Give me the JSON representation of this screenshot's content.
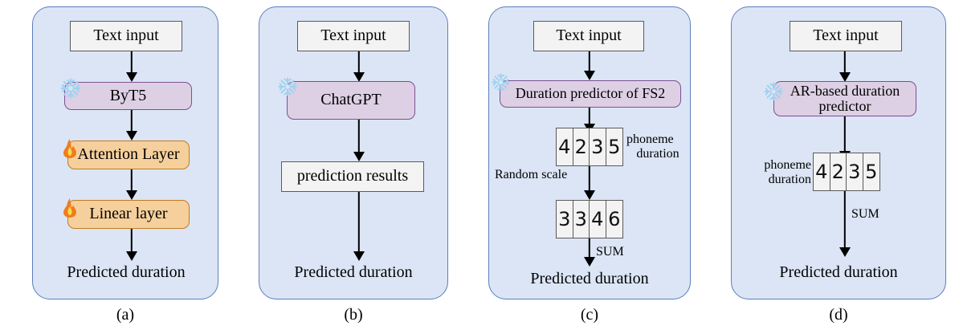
{
  "figure": {
    "type": "diagram",
    "title": "Comparison of duration prediction architectures",
    "colors": {
      "panel_bg": "#dbe5f5",
      "panel_border": "#5b7fbd",
      "plain_box_bg": "#f3f3f3",
      "plain_box_border": "#5a5a5a",
      "purple_box_bg": "#ddd0e4",
      "purple_box_border": "#7d4f91",
      "orange_box_bg": "#f6d09c",
      "orange_box_border": "#c07a20",
      "arrow": "#000000",
      "snowflake_icon": "#8ec6ec",
      "fire_icon": "#f07c1e"
    },
    "icons": {
      "frozen": "snowflake-icon",
      "trainable": "fire-icon"
    }
  },
  "panels": [
    {
      "caption": "(a)",
      "nodes": {
        "input": "Text input",
        "model": "ByT5",
        "attention": "Attention Layer",
        "linear": "Linear layer",
        "output": "Predicted duration"
      }
    },
    {
      "caption": "(b)",
      "nodes": {
        "input": "Text input",
        "model": "ChatGPT",
        "results": "prediction results",
        "output": "Predicted duration"
      }
    },
    {
      "caption": "(c)",
      "nodes": {
        "input": "Text input",
        "model": "Duration predictor of FS2",
        "output": "Predicted duration"
      },
      "labels": {
        "phoneme_duration": "phoneme\nduration",
        "phoneme_duration_line1": "phoneme",
        "phoneme_duration_line2": "duration",
        "random_scale": "Random scale",
        "sum": "SUM"
      },
      "cells_top": [
        "4",
        "2",
        "3",
        "5"
      ],
      "cells_bottom": [
        "3",
        "3",
        "4",
        "6"
      ]
    },
    {
      "caption": "(d)",
      "nodes": {
        "input": "Text input",
        "model_line1": "AR-based duration",
        "model_line2": "predictor",
        "output": "Predicted duration"
      },
      "labels": {
        "phoneme_duration_line1": "phoneme",
        "phoneme_duration_line2": "duration",
        "sum": "SUM"
      },
      "cells": [
        "4",
        "2",
        "3",
        "5"
      ]
    }
  ]
}
